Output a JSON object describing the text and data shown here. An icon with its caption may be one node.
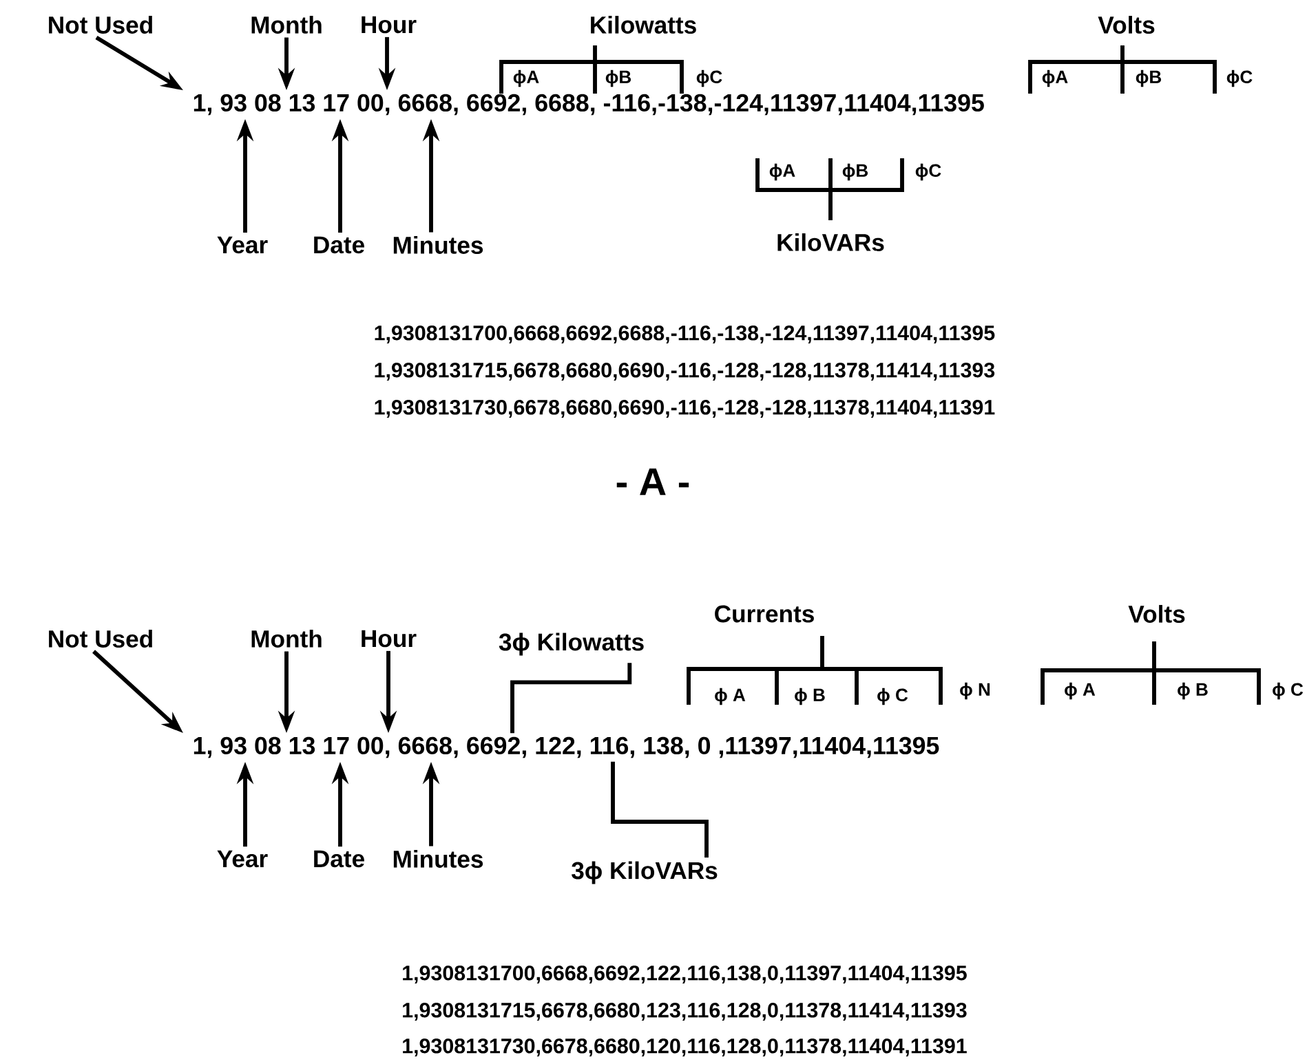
{
  "diagram": {
    "nodes": [
      {
        "text": [
          "1, 93 08 13 17 00, 6668, 6692, 6688, -116,-138,-124,11397,11404,11395"
        ]
      },
      {
        "text": [
          "Not Used"
        ]
      },
      {
        "text": [
          "Month"
        ]
      },
      {
        "text": [
          "Hour"
        ]
      },
      {
        "text": [
          "Year"
        ]
      },
      {
        "text": [
          "Date"
        ]
      },
      {
        "text": [
          "Minutes"
        ]
      },
      {
        "text": [
          "1, 93 08 13 17 00, 6668, 6692, 122, 116, 138, 0 ,11397,11404,11395"
        ]
      },
      {
        "text": [
          "Not Used"
        ]
      },
      {
        "text": [
          "Month"
        ]
      },
      {
        "text": [
          "Hour"
        ]
      },
      {
        "text": [
          "3ϕ Kilowatts"
        ]
      },
      {
        "text": [
          "Year"
        ]
      },
      {
        "text": [
          "Date"
        ]
      },
      {
        "text": [
          "Minutes"
        ]
      },
      {
        "text": [
          "3ϕ KiloVARs"
        ]
      }
    ],
    "edges": [
      {
        "from": 1,
        "to": 0,
        "arrow": "to"
      },
      {
        "from": 2,
        "to": 0,
        "arrow": "to"
      },
      {
        "from": 3,
        "to": 0,
        "arrow": "to"
      },
      {
        "from": 4,
        "to": 0,
        "arrow": "to"
      },
      {
        "from": 5,
        "to": 0,
        "arrow": "to"
      },
      {
        "from": 6,
        "to": 0,
        "arrow": "to"
      },
      {
        "from": 8,
        "to": 7,
        "arrow": "to"
      },
      {
        "from": 9,
        "to": 7,
        "arrow": "to"
      },
      {
        "from": 10,
        "to": 7,
        "arrow": "to"
      },
      {
        "from": 11,
        "to": 7,
        "arrow": "none"
      },
      {
        "from": 12,
        "to": 7,
        "arrow": "to"
      },
      {
        "from": 13,
        "to": 7,
        "arrow": "to"
      },
      {
        "from": 14,
        "to": 7,
        "arrow": "to"
      },
      {
        "from": 15,
        "to": 7,
        "arrow": "none"
      }
    ],
    "labels": [
      "Kilowatts",
      "Volts",
      "ϕA",
      "ϕB",
      "ϕC",
      "ϕA",
      "ϕB",
      "ϕC",
      "ϕA",
      "ϕB",
      "ϕC",
      "KiloVARs",
      "1,9308131700,6668,6692,6688,-116,-138,-124,11397,11404,11395",
      "1,9308131715,6678,6680,6690,-116,-128,-128,11378,11414,11393",
      "1,9308131730,6678,6680,6690,-116,-128,-128,11378,11404,11391",
      "- A -",
      "Currents",
      "Volts",
      "ϕ A",
      "ϕ B",
      "ϕ C",
      "ϕ N",
      "ϕ A",
      "ϕ B",
      "ϕ C",
      "1,9308131700,6668,6692,122,116,138,0,11397,11404,11395",
      "1,9308131715,6678,6680,123,116,128,0,11378,11414,11393",
      "1,9308131730,6678,6680,120,116,128,0,11378,11404,11391"
    ]
  }
}
